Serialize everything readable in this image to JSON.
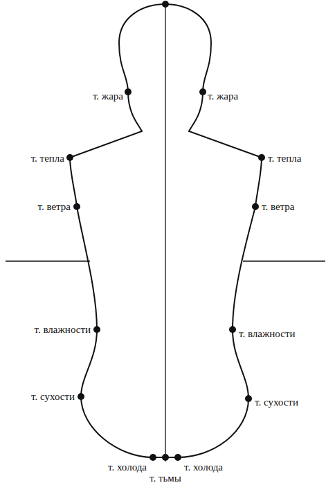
{
  "diagram": {
    "labels": [
      "т. жара",
      "т. жара",
      "т. тепла",
      "т. тепла",
      "т. ветра",
      "т. ветра",
      "т. влажности",
      "т. влажности",
      "т. сухости",
      "т. сухости",
      "т. холода",
      "т. холода",
      "т. тьмы"
    ]
  }
}
